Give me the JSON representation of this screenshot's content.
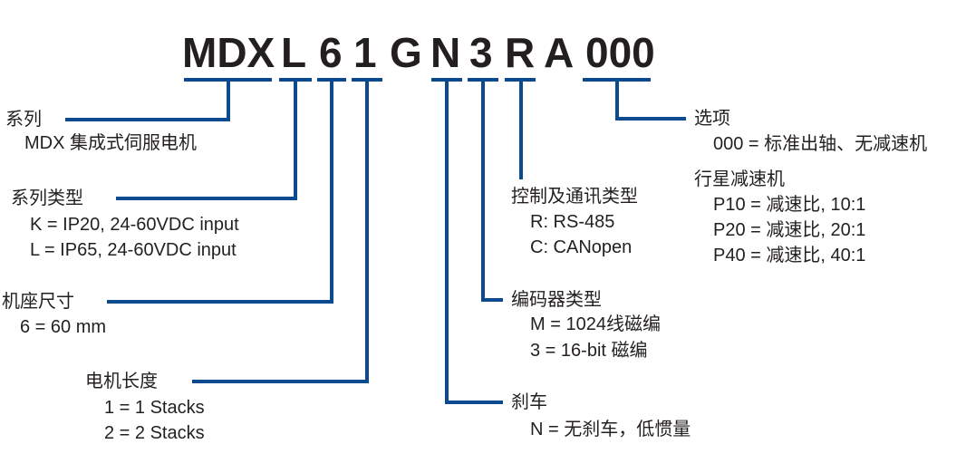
{
  "model_code": {
    "series": "MDX",
    "series_type": "L",
    "frame": "6",
    "stacks": "1",
    "g": "G",
    "brake": "N",
    "encoder": "3",
    "comm": "R",
    "a": "A",
    "option": "000"
  },
  "colors": {
    "accent": "#0b4a8f",
    "text": "#231f20"
  },
  "series_block": {
    "title": "系列",
    "lines": [
      "MDX 集成式伺服电机"
    ]
  },
  "series_type_block": {
    "title": "系列类型",
    "lines": [
      "K = IP20, 24-60VDC input",
      "L = IP65, 24-60VDC input"
    ]
  },
  "frame_block": {
    "title": "机座尺寸",
    "lines": [
      "6 = 60 mm"
    ]
  },
  "stacks_block": {
    "title": "电机长度",
    "lines": [
      "1 = 1 Stacks",
      "2 = 2 Stacks"
    ]
  },
  "brake_block": {
    "title": "刹车",
    "lines": [
      "N = 无刹车，低惯量"
    ]
  },
  "encoder_block": {
    "title": "编码器类型",
    "lines": [
      "M = 1024线磁编",
      "3 = 16-bit 磁编"
    ]
  },
  "comm_block": {
    "title": "控制及通讯类型",
    "lines": [
      "R: RS-485",
      "C: CANopen"
    ]
  },
  "option_block": {
    "title": "选项",
    "lines": [
      "000 = 标准出轴、无减速机"
    ]
  },
  "gearbox_block": {
    "title": "行星减速机",
    "lines": [
      "P10 = 减速比, 10:1",
      "P20 = 减速比, 20:1",
      "P40 = 减速比, 40:1"
    ]
  }
}
